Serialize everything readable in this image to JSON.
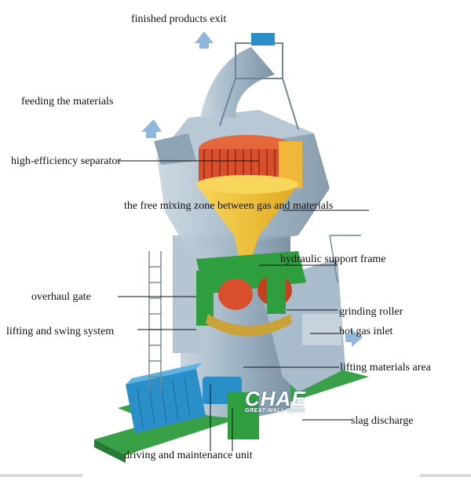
{
  "labels": {
    "finished_exit": "finished products exit",
    "feeding": "feeding the materials",
    "separator": "high-efficiency separator",
    "mixing_zone": "the free mixing zone between gas and materials",
    "hydraulic_frame": "hydraulic support frame",
    "overhaul_gate": "overhaul gate",
    "grinding_roller": "grinding roller",
    "lifting_swing": "lifting and swing system",
    "hot_gas": "hot gas inlet",
    "lifting_area": "lifting materials area",
    "slag": "slag discharge",
    "driving_unit": "driving and maintenance unit"
  },
  "logo": {
    "brand": "CHAE",
    "tagline": "GREAT-WALL MACH"
  },
  "colors": {
    "steel": "#9fb4c4",
    "steel_dark": "#6f8799",
    "separator_red": "#d94f2b",
    "cone_yellow": "#f1c232",
    "frame_green": "#2e9e3f",
    "motor_blue": "#2a8fc9",
    "arrow_blue": "#8fb7dc"
  }
}
